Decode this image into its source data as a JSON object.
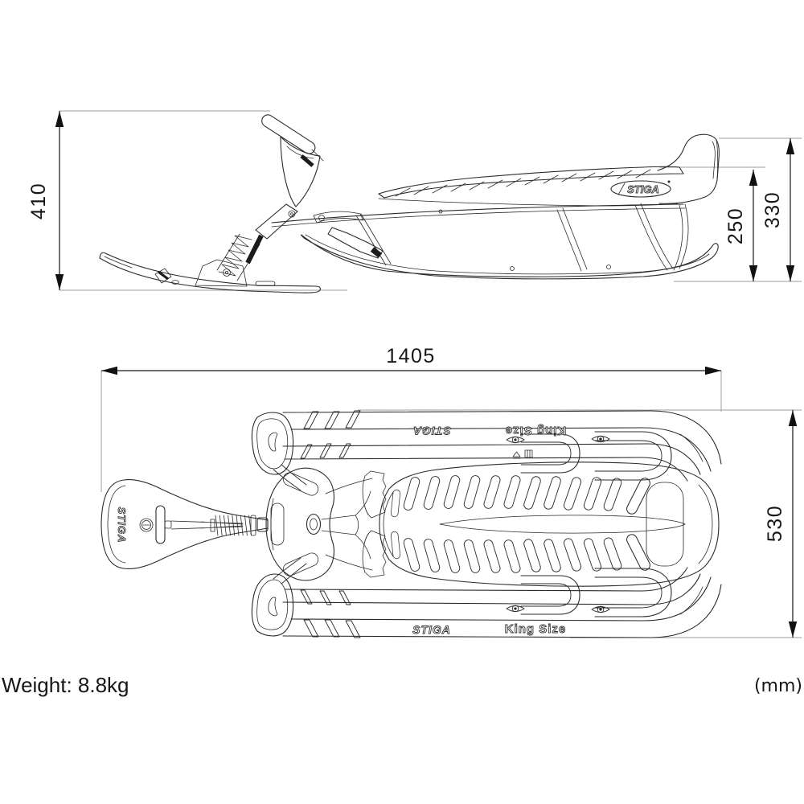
{
  "page": {
    "weight_label": "Weight: 8.8kg",
    "units_label": "(mm)"
  },
  "dimensions": {
    "overall_height": "410",
    "backrest_height": "330",
    "seat_height": "250",
    "overall_length": "1405",
    "overall_width": "530"
  },
  "branding": {
    "brand": "STIGA",
    "model": "King Size"
  },
  "colors": {
    "line": "#2a2a2a",
    "dimension": "#161616",
    "reference": "#9c9c9c",
    "background": "#ffffff"
  }
}
